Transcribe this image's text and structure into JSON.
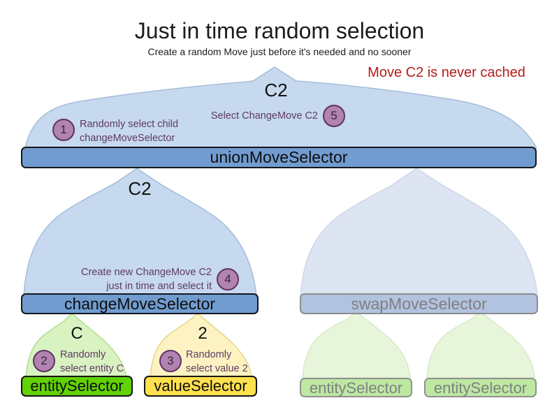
{
  "title": "Just in time random selection",
  "subtitle": "Create a random Move just before it's needed and no sooner",
  "annotation": {
    "text": "Move C2 is never cached"
  },
  "selectors": {
    "union": {
      "label": "unionMoveSelector",
      "output": "C2"
    },
    "change": {
      "label": "changeMoveSelector",
      "output": "C2"
    },
    "swap": {
      "label": "swapMoveSelector"
    },
    "entity": {
      "label": "entitySelector",
      "output": "C"
    },
    "value": {
      "label": "valueSelector",
      "output": "2"
    },
    "faded_entity_1": {
      "label": "entitySelector"
    },
    "faded_entity_2": {
      "label": "entitySelector"
    }
  },
  "steps": [
    {
      "num": "1",
      "text": "Randomly select child\nchangeMoveSelector"
    },
    {
      "num": "2",
      "text": "Randomly\nselect entity C"
    },
    {
      "num": "3",
      "text": "Randomly\nselect value 2"
    },
    {
      "num": "4",
      "text": "Create new ChangeMove C2\njust in time and select it"
    },
    {
      "num": "5",
      "text": "Select ChangeMove C2"
    }
  ],
  "colors": {
    "annotation_red": "#b21d1d",
    "note_purple": "#5f3a64",
    "bar_blue": "#719cd0",
    "bar_blue_faded": "#b2c3e0",
    "dome_blue": "#c6d9ee",
    "dome_blue_faded": "#dde4f2",
    "dome_green": "#d9f2c2",
    "dome_green_faded": "#e7f5da",
    "dome_yellow": "#fdf3c2",
    "bar_green": "#61d204",
    "bar_green_faded": "#bde8a2",
    "bar_yellow": "#ffe04d",
    "step_circle_fill": "#b183af",
    "step_circle_border": "#5e3163"
  }
}
